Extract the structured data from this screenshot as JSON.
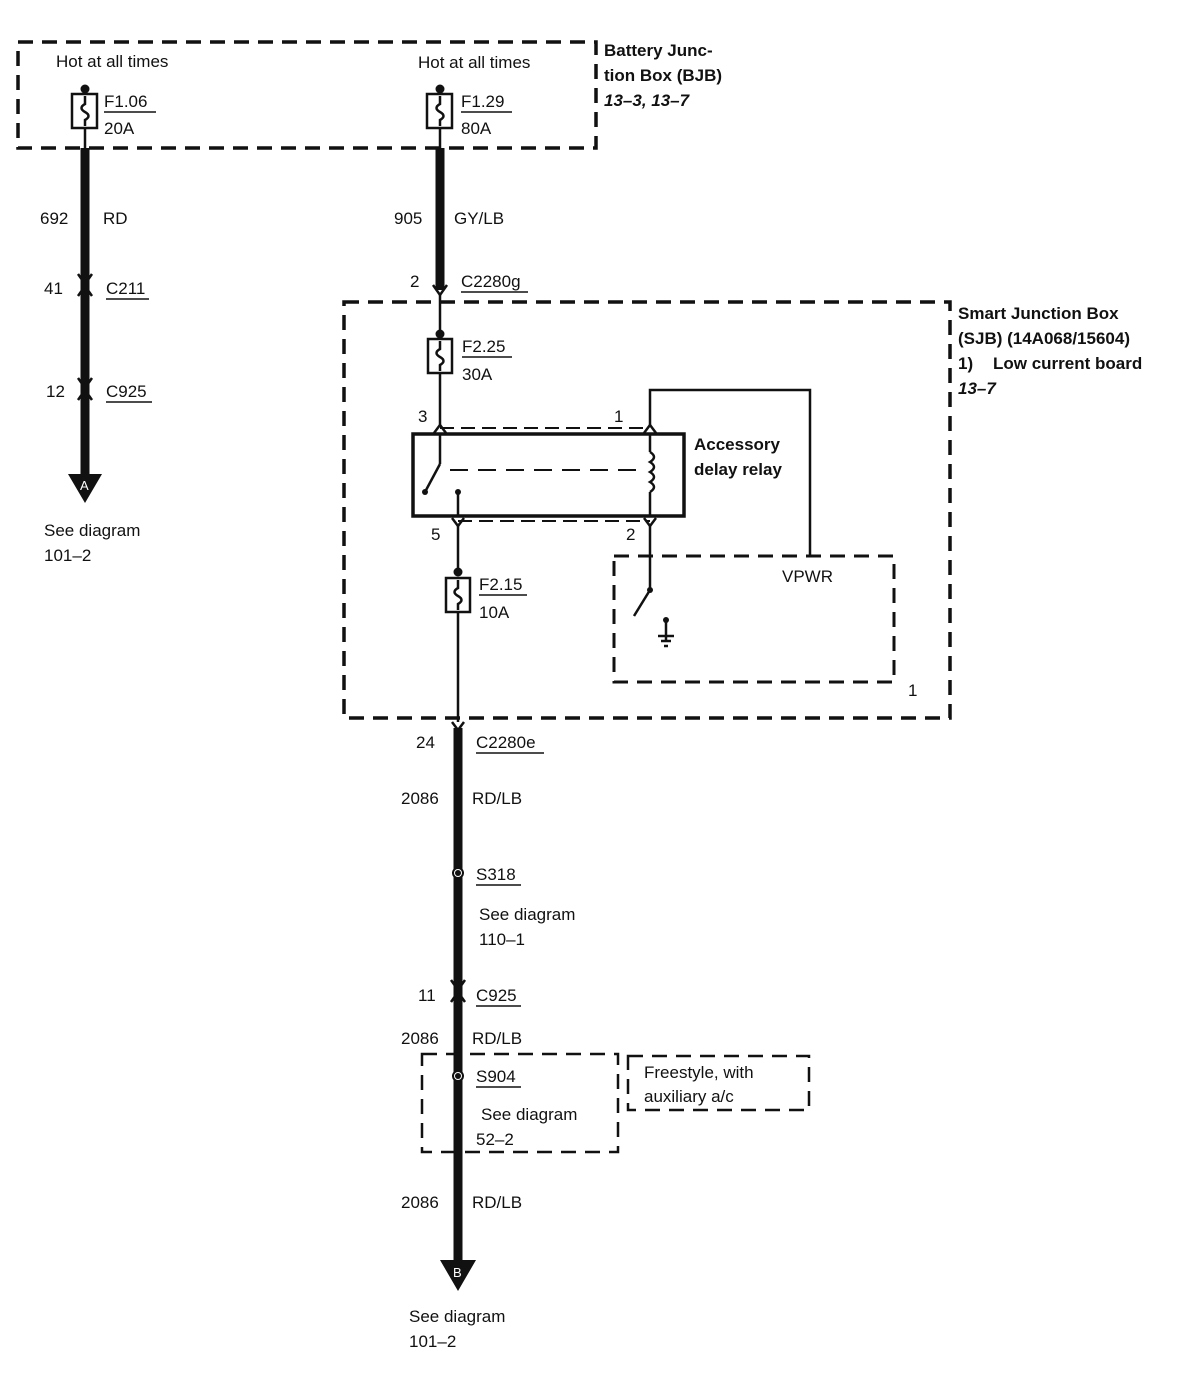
{
  "bjb": {
    "hot1": "Hot at all times",
    "hot2": "Hot at all times",
    "title_line1": "Battery Junc-",
    "title_line2": "tion Box (BJB)",
    "refs": "13–3, 13–7",
    "fuse1_id": "F1.06",
    "fuse1_rating": "20A",
    "fuse2_id": "F1.29",
    "fuse2_rating": "80A"
  },
  "left_branch": {
    "circuit": "692",
    "color": "RD",
    "pin1": "41",
    "conn1": "C211",
    "pin2": "12",
    "conn2": "C925",
    "arrow_letter": "A",
    "see_line1": "See diagram",
    "see_line2": "101–2"
  },
  "feed": {
    "circuit": "905",
    "color": "GY/LB",
    "pin": "2",
    "connector": "C2280g"
  },
  "sjb": {
    "title_line1": "Smart Junction Box",
    "title_line2": "(SJB) (14A068/15604)",
    "note_num": "1)",
    "note_text": "Low current board",
    "ref": "13–7",
    "fuse_a_id": "F2.25",
    "fuse_a_rating": "30A",
    "relay_line1": "Accessory",
    "relay_line2": "delay relay",
    "pin3": "3",
    "pin1": "1",
    "pin5": "5",
    "pin2": "2",
    "fuse_b_id": "F2.15",
    "fuse_b_rating": "10A",
    "vpwr": "VPWR",
    "board_note": "1"
  },
  "output": {
    "pin1": "24",
    "conn1": "C2280e",
    "circuit1": "2086",
    "color1": "RD/LB",
    "splice1": "S318",
    "see1_line1": "See diagram",
    "see1_line2": "110–1",
    "pin2": "11",
    "conn2": "C925",
    "circuit2": "2086",
    "color2": "RD/LB",
    "splice2": "S904",
    "see2_line1": "See diagram",
    "see2_line2": "52–2",
    "option_line1": "Freestyle, with",
    "option_line2": "auxiliary a/c",
    "circuit3": "2086",
    "color3": "RD/LB",
    "arrow_letter": "B",
    "see3_line1": "See diagram",
    "see3_line2": "101–2"
  }
}
